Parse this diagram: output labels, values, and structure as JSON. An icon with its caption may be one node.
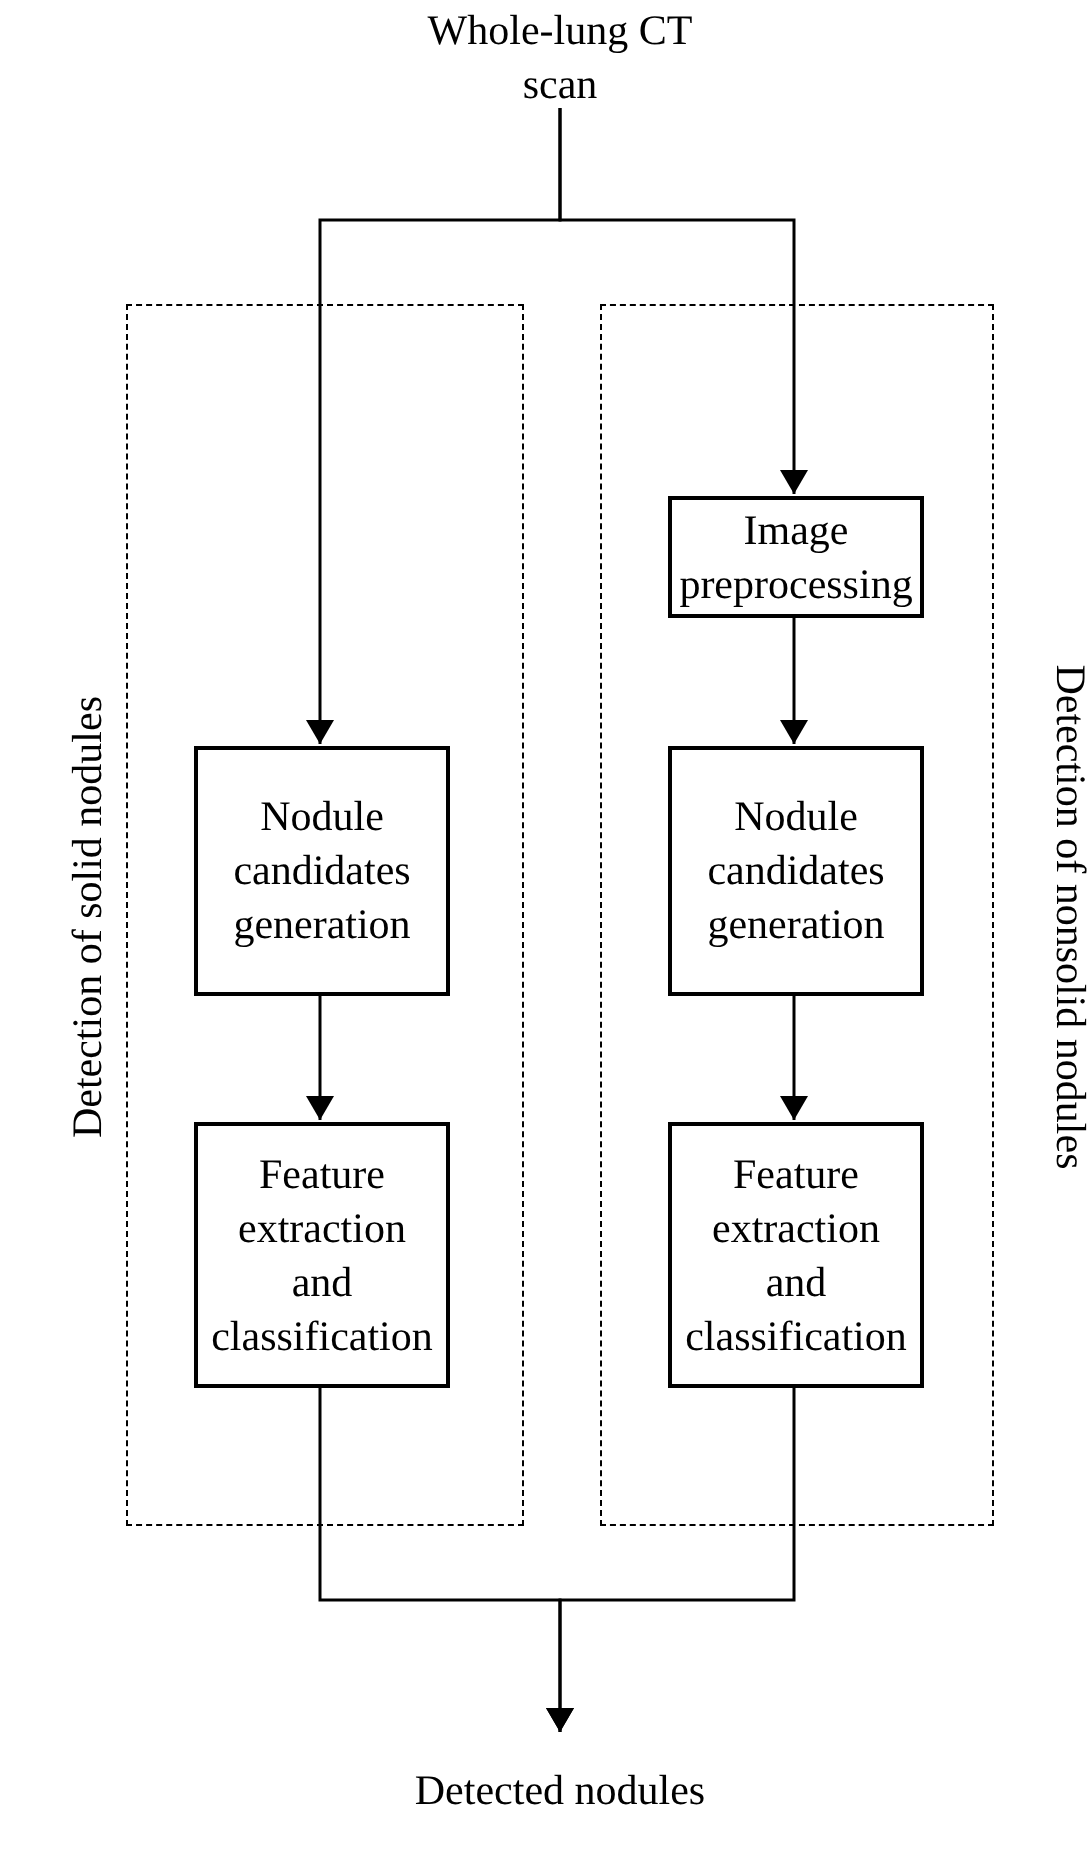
{
  "diagram": {
    "nodes": [
      {
        "text": [
          "Whole-lung CT scan"
        ]
      },
      {
        "text": [
          "Detection of solid nodules"
        ]
      },
      {
        "text": [
          "Detection of nonsolid nodules"
        ]
      },
      {
        "text": [
          "Nodule candidates generation"
        ],
        "in": 1
      },
      {
        "text": [
          "Feature extraction and classification"
        ],
        "in": 1
      },
      {
        "text": [
          "Image preprocessing"
        ],
        "in": 2
      },
      {
        "text": [
          "Nodule candidates generation"
        ],
        "in": 2
      },
      {
        "text": [
          "Feature extraction and classification"
        ],
        "in": 2
      },
      {
        "text": [
          "Detected nodules"
        ]
      }
    ],
    "edges": [
      {
        "from": 0,
        "to": 3,
        "arrow": "to"
      },
      {
        "from": 0,
        "to": 5,
        "arrow": "to"
      },
      {
        "from": 3,
        "to": 4,
        "arrow": "to"
      },
      {
        "from": 5,
        "to": 6,
        "arrow": "to"
      },
      {
        "from": 6,
        "to": 7,
        "arrow": "to"
      },
      {
        "from": 4,
        "to": 8,
        "arrow": "to"
      },
      {
        "from": 7,
        "to": 8,
        "arrow": "to"
      }
    ]
  }
}
